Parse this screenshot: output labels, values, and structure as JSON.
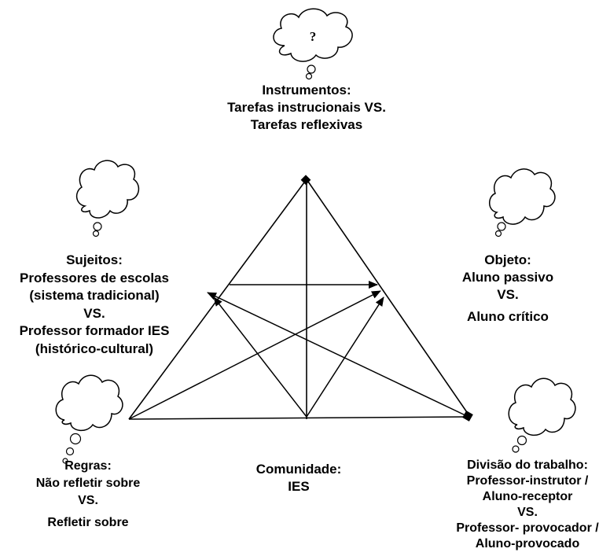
{
  "cloud_mark": "?",
  "instrumentos": {
    "title": "Instrumentos:",
    "line1": "Tarefas instrucionais VS.",
    "line2": "Tarefas reflexivas"
  },
  "sujeitos": {
    "title": "Sujeitos:",
    "line1": "Professores de escolas",
    "line2": "(sistema tradicional)",
    "line3": "VS.",
    "line4": "Professor formador IES",
    "line5": "(histórico-cultural)"
  },
  "objeto": {
    "title": "Objeto:",
    "line1": "Aluno passivo",
    "line2": "VS.",
    "line3": "Aluno  crítico"
  },
  "regras": {
    "title": "Regras:",
    "line1": "Não refletir sobre",
    "line2": "VS.",
    "line3": "Refletir sobre"
  },
  "comunidade": {
    "title": "Comunidade:",
    "line1": "IES"
  },
  "divisao": {
    "title": "Divisão do trabalho:",
    "line1": "Professor-instrutor /",
    "line2": "Aluno-receptor",
    "line3": "VS.",
    "line4": "Professor- provocador /",
    "line5": "Aluno-provocado"
  }
}
